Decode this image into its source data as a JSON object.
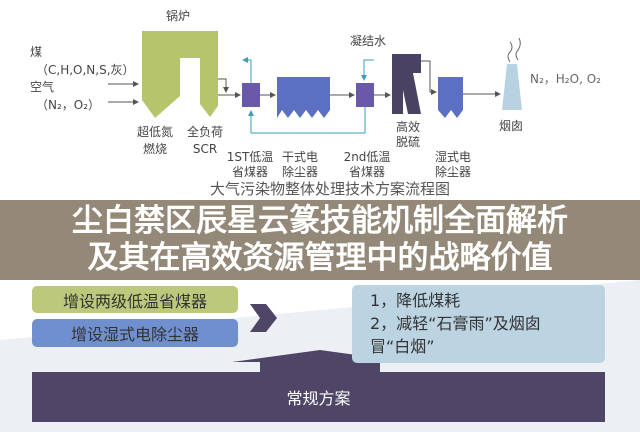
{
  "diagram": {
    "boiler": "锅炉",
    "coal": "煤",
    "coal_comp": "（C,H,O,N,S,灰）",
    "air": "空气",
    "air_comp": "（N₂，O₂）",
    "low_nox_1": "超低氮",
    "low_nox_2": "燃烧",
    "scr_1": "全负荷",
    "scr_2": "SCR",
    "econ1_1": "1ST低温",
    "econ1_2": "省煤器",
    "esp_1": "干式电",
    "esp_2": "除尘器",
    "econ2_1": "2nd低温",
    "econ2_2": "省煤器",
    "fgd_1": "高效",
    "fgd_2": "脱硫",
    "wesp_1": "湿式电",
    "wesp_2": "除尘器",
    "condensate": "凝结水",
    "stack": "烟囱",
    "emission": "N₂，H₂O, O₂",
    "caption": "大气污染物整体处理技术方案流程图"
  },
  "plan": {
    "measure1": "增设两级低温省煤器",
    "measure2": "增设湿式电除尘器",
    "benefit1": "1，降低煤耗",
    "benefit2": "2，减轻“石膏雨”及烟囱",
    "benefit3": "冒“白烟”",
    "base": "常规方案"
  },
  "banner": {
    "line1": "尘白禁区辰星云篆技能机制全面解析",
    "line2": "及其在高效资源管理中的战略价值"
  },
  "colors": {
    "boiler": "#b6c46c",
    "econ": "#6a58a8",
    "esp": "#5b70c2",
    "fgd": "#4a4262",
    "stack": "#b8d2e2",
    "water": "#3aa0b8",
    "base": "#4f4567"
  }
}
